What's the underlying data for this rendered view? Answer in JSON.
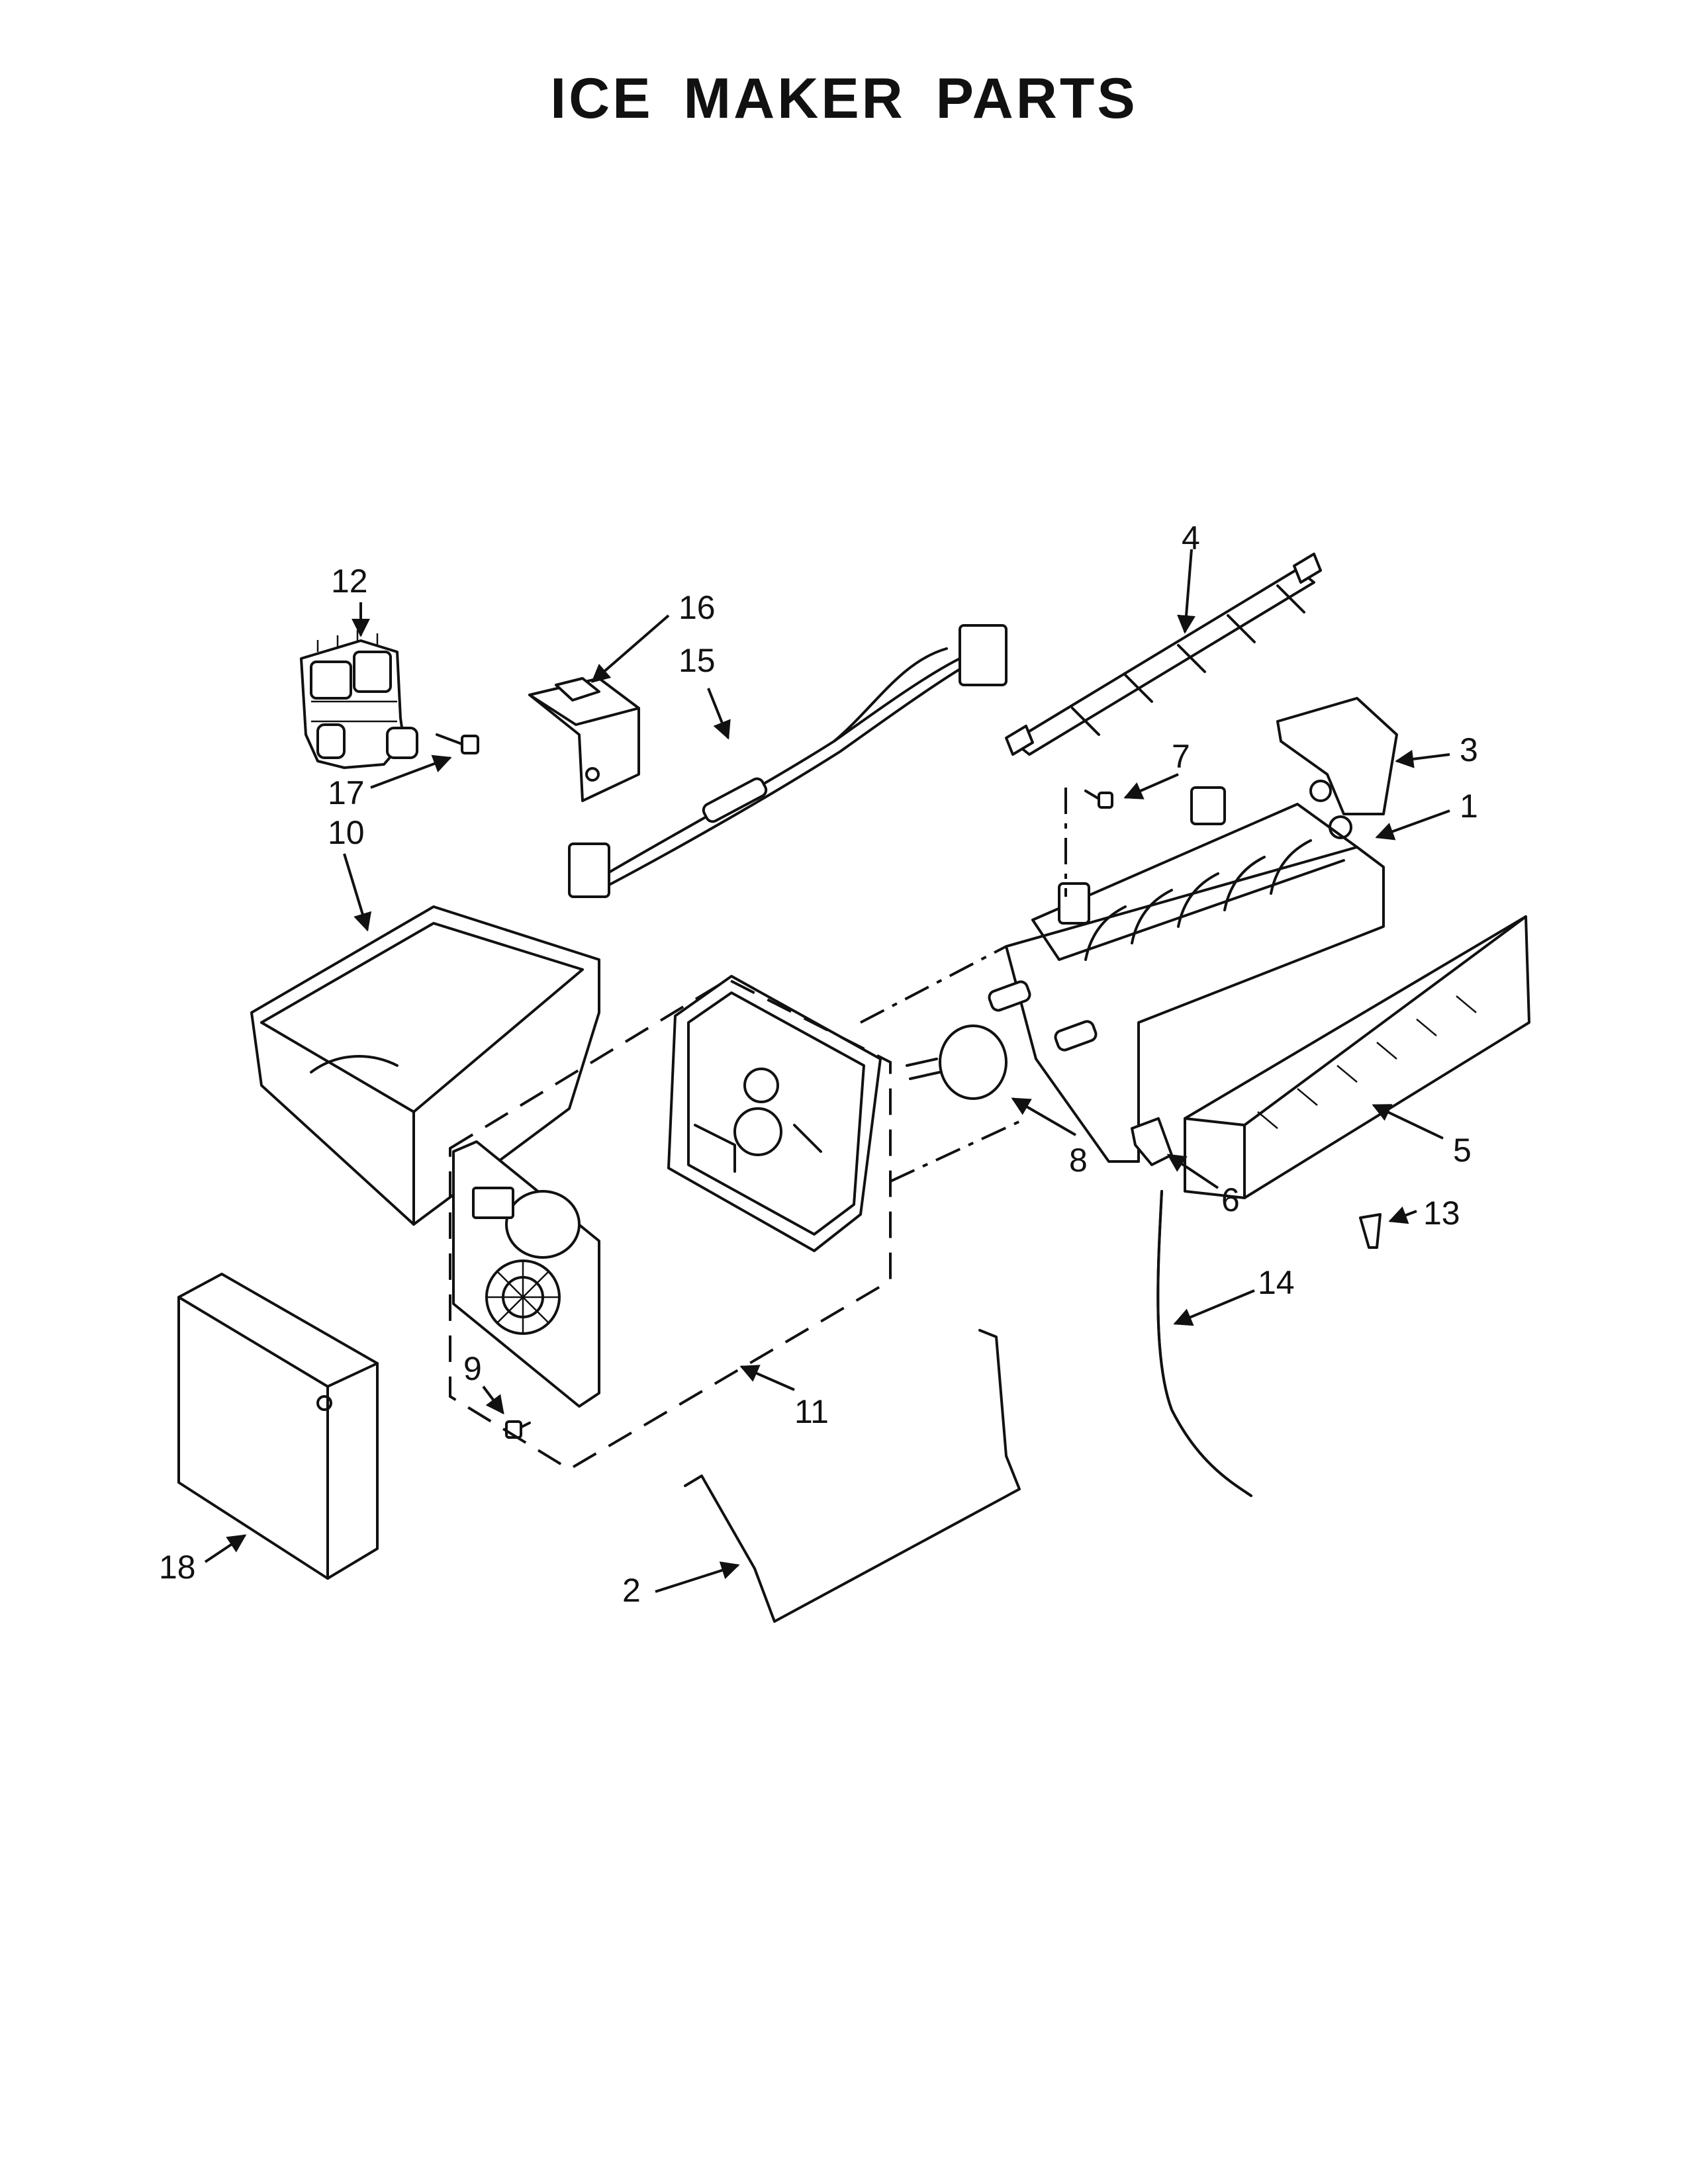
{
  "title": "ICE MAKER PARTS",
  "colors": {
    "ink": "#111111",
    "paper": "#ffffff"
  },
  "callouts": [
    {
      "id": "1",
      "label": "1"
    },
    {
      "id": "2",
      "label": "2"
    },
    {
      "id": "3",
      "label": "3"
    },
    {
      "id": "4",
      "label": "4"
    },
    {
      "id": "5",
      "label": "5"
    },
    {
      "id": "6",
      "label": "6"
    },
    {
      "id": "7",
      "label": "7"
    },
    {
      "id": "8",
      "label": "8"
    },
    {
      "id": "9",
      "label": "9"
    },
    {
      "id": "10",
      "label": "10"
    },
    {
      "id": "11",
      "label": "11"
    },
    {
      "id": "12",
      "label": "12"
    },
    {
      "id": "13",
      "label": "13"
    },
    {
      "id": "14",
      "label": "14"
    },
    {
      "id": "15",
      "label": "15"
    },
    {
      "id": "16",
      "label": "16"
    },
    {
      "id": "17",
      "label": "17"
    },
    {
      "id": "18",
      "label": "18"
    }
  ]
}
